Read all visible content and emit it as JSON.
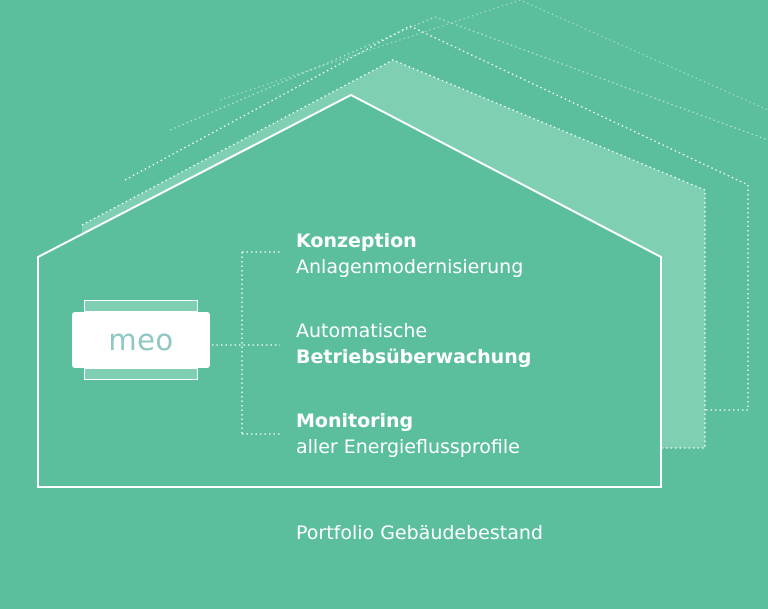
{
  "device": {
    "logo": "meo"
  },
  "features": [
    {
      "bold": "Konzeption",
      "text": "Anlagenmodernisierung"
    },
    {
      "text": "Automatische",
      "bold": "Betriebsüberwachung"
    },
    {
      "bold": "Monitoring",
      "text": "aller Energieflussprofile"
    }
  ],
  "caption": "Portfolio Gebäudebestand",
  "colors": {
    "background": "#5bbf9e",
    "house_fill_light": "#7fd0b3",
    "line": "#ffffff",
    "logo": "#8fc8c2"
  }
}
